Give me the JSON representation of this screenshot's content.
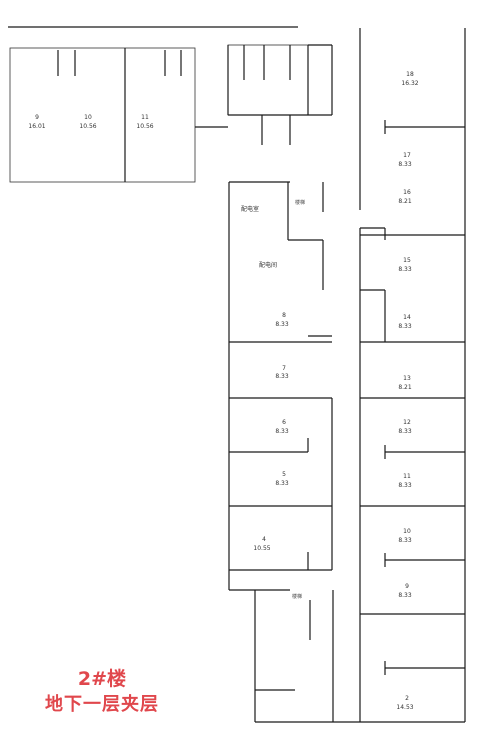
{
  "caption": {
    "building": "2#楼",
    "floor": "地下一层夹层"
  },
  "room_labels": [
    {
      "id": "r-a1",
      "text": "9"
    },
    {
      "id": "r-a2",
      "text": "16.01"
    },
    {
      "id": "r-a3",
      "text": "10"
    },
    {
      "id": "r-a4",
      "text": "10.56"
    },
    {
      "id": "r-a5",
      "text": "11"
    },
    {
      "id": "r-a6",
      "text": "10.56"
    },
    {
      "id": "r-b1",
      "text": "配电室"
    },
    {
      "id": "r-b2",
      "text": "配电间"
    },
    {
      "id": "r-b3",
      "text": "楼梯"
    },
    {
      "id": "r-c1",
      "text": "8"
    },
    {
      "id": "r-c2",
      "text": "8.33"
    },
    {
      "id": "r-c3",
      "text": "7"
    },
    {
      "id": "r-c4",
      "text": "8.33"
    },
    {
      "id": "r-c5",
      "text": "6"
    },
    {
      "id": "r-c6",
      "text": "8.33"
    },
    {
      "id": "r-c7",
      "text": "5"
    },
    {
      "id": "r-c8",
      "text": "8.33"
    },
    {
      "id": "r-c9",
      "text": "4"
    },
    {
      "id": "r-c10",
      "text": "10.55"
    },
    {
      "id": "r-c11",
      "text": "楼梯"
    },
    {
      "id": "r-d1",
      "text": "18"
    },
    {
      "id": "r-d2",
      "text": "16.32"
    },
    {
      "id": "r-d3",
      "text": "17"
    },
    {
      "id": "r-d4",
      "text": "8.33"
    },
    {
      "id": "r-d5",
      "text": "16"
    },
    {
      "id": "r-d6",
      "text": "8.21"
    },
    {
      "id": "r-d7",
      "text": "15"
    },
    {
      "id": "r-d8",
      "text": "8.33"
    },
    {
      "id": "r-d9",
      "text": "14"
    },
    {
      "id": "r-d10",
      "text": "8.33"
    },
    {
      "id": "r-d11",
      "text": "13"
    },
    {
      "id": "r-d12",
      "text": "8.21"
    },
    {
      "id": "r-d13",
      "text": "12"
    },
    {
      "id": "r-d14",
      "text": "8.33"
    },
    {
      "id": "r-d15",
      "text": "11"
    },
    {
      "id": "r-d16",
      "text": "8.33"
    },
    {
      "id": "r-d17",
      "text": "10"
    },
    {
      "id": "r-d18",
      "text": "8.33"
    },
    {
      "id": "r-d19",
      "text": "9"
    },
    {
      "id": "r-d20",
      "text": "8.33"
    },
    {
      "id": "r-d21",
      "text": "2"
    },
    {
      "id": "r-d22",
      "text": "14.53"
    }
  ]
}
